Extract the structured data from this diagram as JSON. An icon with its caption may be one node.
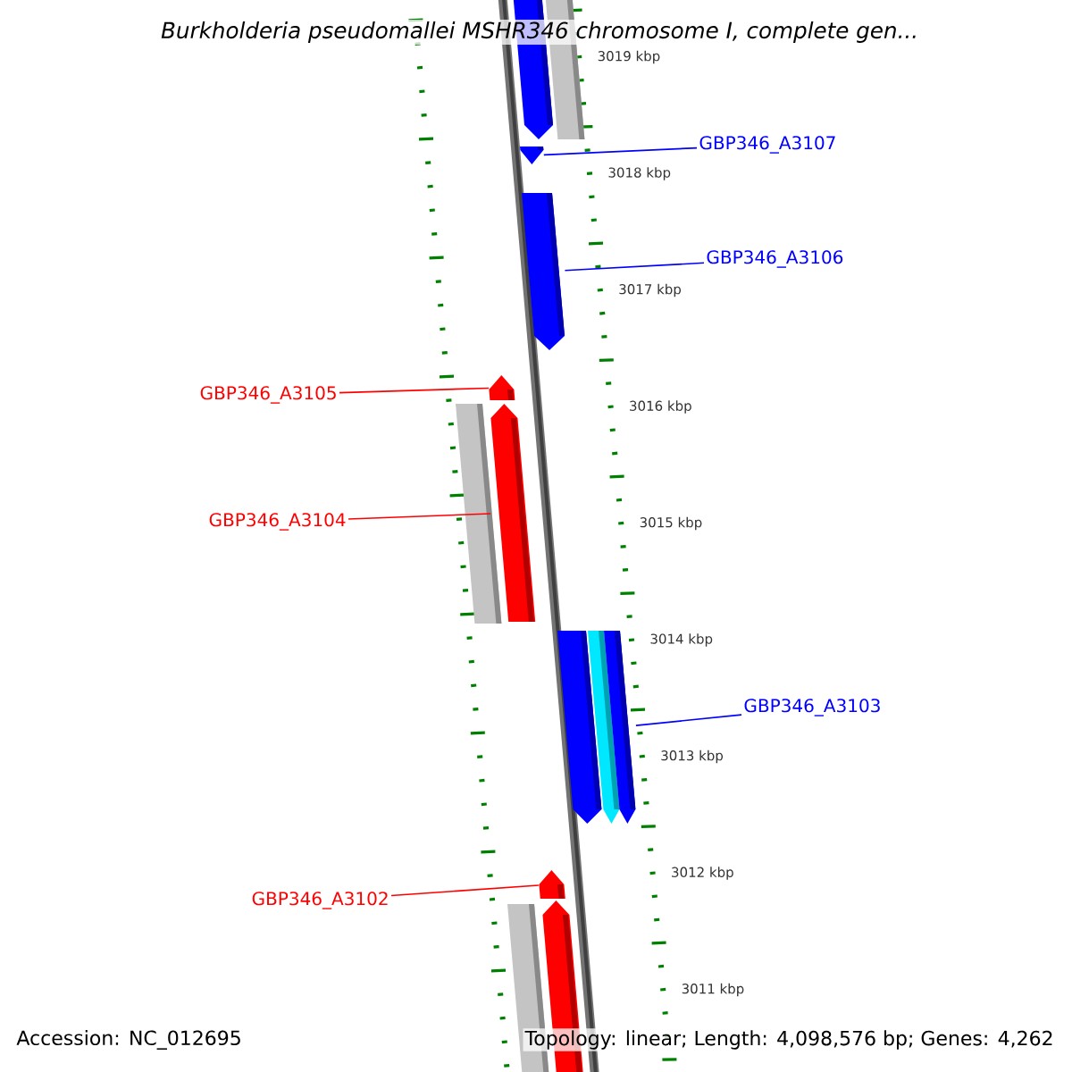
{
  "diagram": {
    "title": "Burkholderia pseudomallei MSHR346 chromosome I, complete gen...",
    "nodes": [
      {
        "text": [
          "GBP346_A3107"
        ]
      },
      {
        "text": [
          "GBP346_A3106"
        ]
      },
      {
        "text": [
          "GBP346_A3105"
        ]
      },
      {
        "text": [
          "GBP346_A3104"
        ]
      },
      {
        "text": [
          "GBP346_A3103"
        ]
      },
      {
        "text": [
          "GBP346_A3102"
        ]
      },
      {
        "text": [],
        "shape": "bar"
      },
      {
        "text": [],
        "shape": "bar"
      },
      {
        "text": [],
        "shape": "bar"
      },
      {
        "text": [],
        "shape": "bar"
      },
      {
        "text": [],
        "shape": "bar"
      },
      {
        "text": [],
        "shape": "bar"
      },
      {
        "text": [],
        "shape": "bar"
      },
      {
        "text": [],
        "shape": "bar"
      },
      {
        "text": [],
        "shape": "bar"
      },
      {
        "text": [],
        "shape": "bar"
      },
      {
        "text": [],
        "shape": "bar"
      },
      {
        "text": [],
        "shape": "bar"
      },
      {
        "text": [],
        "shape": "bar"
      }
    ],
    "edges": [
      {
        "from": 0,
        "to": 8,
        "arrow": "none",
        "color": "#0000ff"
      },
      {
        "from": 1,
        "to": 9,
        "arrow": "none",
        "color": "#0000ff"
      },
      {
        "from": 2,
        "to": 10,
        "arrow": "none",
        "color": "#ff0000"
      },
      {
        "from": 3,
        "to": 12,
        "arrow": "none",
        "color": "#ff0000"
      },
      {
        "from": 4,
        "to": 15,
        "arrow": "none",
        "color": "#0000ff"
      },
      {
        "from": 5,
        "to": 16,
        "arrow": "none",
        "color": "#ff0000"
      }
    ],
    "labels": [
      "3019 kbp",
      "3018 kbp",
      "3017 kbp",
      "3016 kbp",
      "3015 kbp",
      "3014 kbp",
      "3013 kbp",
      "3012 kbp",
      "3011 kbp",
      "Accession: NC_012695",
      "Topology: linear; Length: 4,098,576 bp; Genes: 4,262"
    ]
  }
}
